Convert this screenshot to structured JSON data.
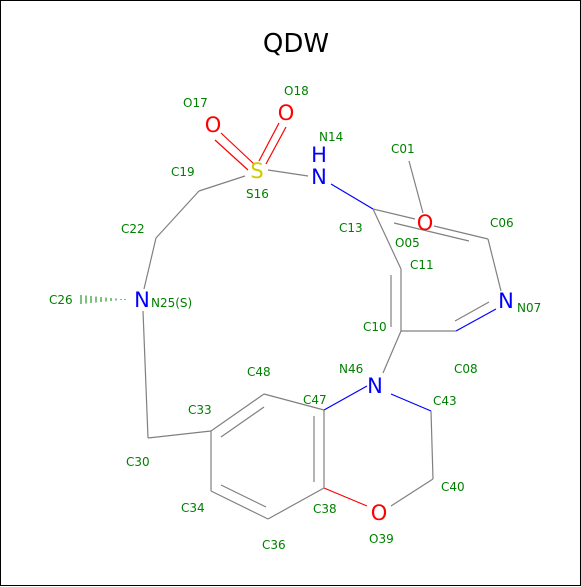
{
  "title": "QDW",
  "colors": {
    "bond": "#808080",
    "label": "#008000",
    "oxygen": "#ff0000",
    "nitrogen": "#0000ff",
    "sulfur": "#cccc00",
    "title": "#000000"
  },
  "atoms": {
    "O17": "O17",
    "O18": "O18",
    "N14": "N14",
    "C01": "C01",
    "C19": "C19",
    "S16": "S16",
    "C13": "C13",
    "O05": "O05",
    "C06": "C06",
    "C22": "C22",
    "C11": "C11",
    "C26": "C26",
    "N25": "N25(S)",
    "N07": "N07",
    "C10": "C10",
    "C08": "C08",
    "C48": "C48",
    "N46": "N46",
    "C43": "C43",
    "C33": "C33",
    "C47": "C47",
    "C30": "C30",
    "C40": "C40",
    "C34": "C34",
    "C38": "C38",
    "O39": "O39",
    "C36": "C36"
  },
  "elements": {
    "O": "O",
    "N": "N",
    "H": "H",
    "S": "S"
  }
}
